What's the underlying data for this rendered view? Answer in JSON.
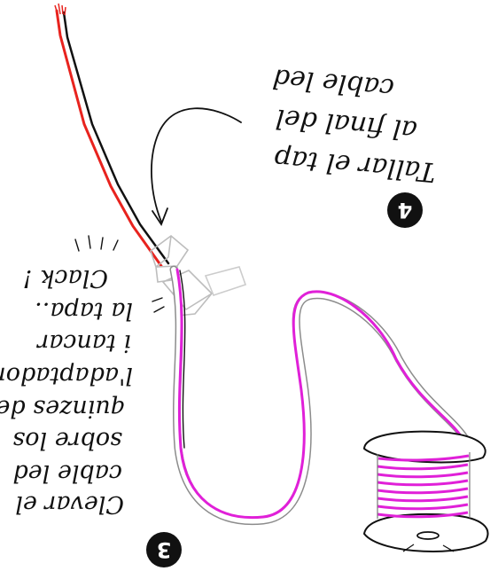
{
  "steps": [
    {
      "number": "3",
      "lines": [
        "Clevar el",
        "cable led",
        "sobre los",
        "quinzes de",
        "l'adaptador",
        "i tancar",
        "la tapa..",
        "Clack !"
      ]
    },
    {
      "number": "4",
      "lines": [
        "Tallar el tap",
        "al final del",
        "cable led"
      ]
    }
  ],
  "colors": {
    "ink": "#111111",
    "wire_red": "#e8231e",
    "wire_black": "#111111",
    "cable_led": "#e020d8",
    "adapter": "#bdbdbd"
  }
}
